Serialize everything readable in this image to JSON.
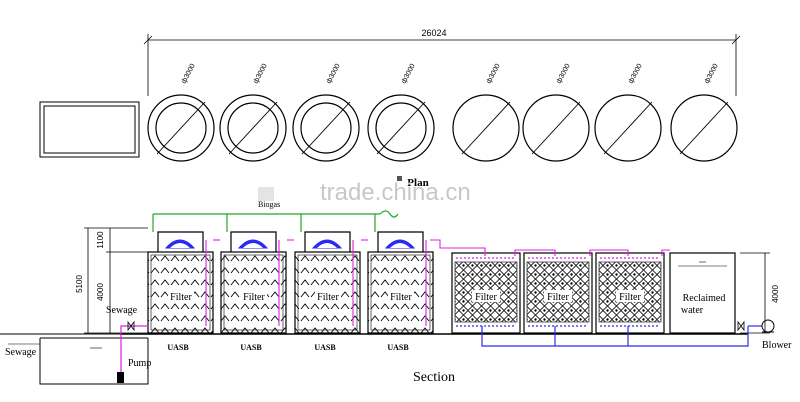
{
  "plan": {
    "overall_dimension": "26024",
    "tank_diameter_labels": [
      "ф3000",
      "ф3000",
      "ф3000",
      "ф3000",
      "ф3000",
      "ф3000",
      "ф3000",
      "ф3000"
    ],
    "plan_label": "Plan"
  },
  "watermark": "trade.china.cn",
  "section": {
    "title": "Section",
    "biogas_label": "Biogas",
    "dim_1100": "1100",
    "dim_5100": "5100",
    "dim_4000_left": "4000",
    "dim_4000_right": "4000",
    "uasb_filter_labels": [
      "Filter",
      "Filter",
      "Filter",
      "Filter"
    ],
    "uasb_labels": [
      "UASB",
      "UASB",
      "UASB",
      "UASB"
    ],
    "bio_filter_labels": [
      "Filter",
      "Filter",
      "Filter"
    ],
    "reclaimed_label_line1": "Reclaimed",
    "reclaimed_label_line2": "water",
    "sewage_upper": "Sewage",
    "sewage_lower": "Sewage",
    "pump_label": "Pump",
    "blower_label": "Blower"
  },
  "colors": {
    "line": "#000000",
    "biogas_pipe": "#22aa22",
    "sewage_pipe": "#e020e0",
    "air_pipe": "#2a2af0",
    "gas_hood": "#2a2af0"
  }
}
